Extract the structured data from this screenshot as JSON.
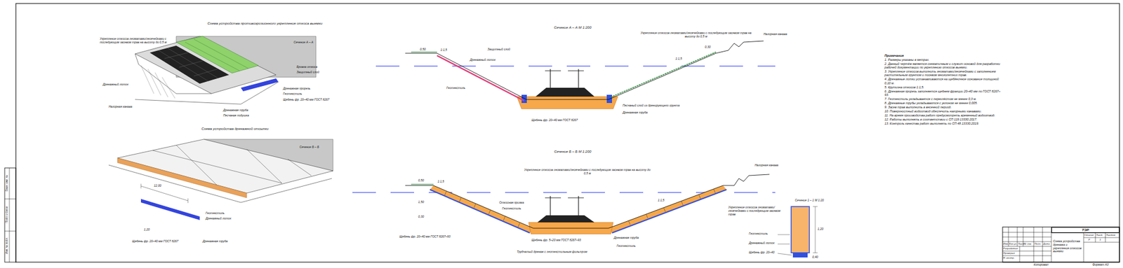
{
  "diagram": {
    "nodes": [
      {
        "text": [
          "ТЭР"
        ]
      }
    ],
    "labels": [
      "Схема устройства противоэрозионного укрепления откоса выемки",
      "Сечение А – А",
      "Укрепление откосов геоматами/геоячейками с последующим засевом трав на высоту до 0,5 м",
      "Дренажный лоток",
      "Бровка откоса",
      "Защитный слой",
      "Щебень фр. 20–40 мм ГОСТ 8267",
      "Дренажная прорезь",
      "Геотекстиль",
      "Нагорная канава",
      "Дренажная труба",
      "Песчаная подушка",
      "Схема устройства дренажной отсыпки",
      "Сечение Б – Б",
      "12,00",
      "Геотекстиль",
      "Дренажный лоток",
      "1,20",
      "Щебень фр. 20–40 мм ГОСТ 8267",
      "Дренажная труба",
      "Сечение А – А М 1:200",
      "Укрепление откосов геоматами/геоячейками с последующим засевом трав на высоту до 0,5 м",
      "Нагорная канава",
      "0,50",
      "1:1,5",
      "Защитный слой",
      "Геотекстиль",
      "Дренажный лоток",
      "Щебень фр. 20–40 мм ГОСТ 8267",
      "Дренажная труба",
      "Песчаный слой из дренирующего грунта",
      "0,30",
      "1:1,5",
      "Сечение Б – Б М 1:200",
      "Укрепление откосов геоматами/геоячейками с последующим засевом трав на высоту до 0,5 м",
      "Нагорная канава",
      "0,50",
      "1:1,5",
      "Откосная призма",
      "Геотекстиль",
      "1,50",
      "0,30",
      "Щебень фр. 20–40 мм ГОСТ 8267–93",
      "Щебень фр. 5–20 мм ГОСТ 8267–93",
      "Трубчатый дренаж с геотекстильным фильтром",
      "Дренажная труба",
      "Геотекстиль",
      "1:1,5",
      "Сечение 1 – 1 М 1:20",
      "Укрепление откосов геоматами/геоячейками с последующим засевом трав",
      "Геотекстиль",
      "Дренажный лоток",
      "Щебень фр. 20–40",
      "1,20",
      "0,40",
      "Примечания",
      "1. Размеры указаны в метрах.",
      "2. Данный чертёж является схематичным и служит основой для разработки рабочей документации по укреплению откосов выемки.",
      "3. Укрепление откосов выполнить геоматами/геоячейками с заполнением растительным грунтом и посевом многолетних трав.",
      "4. Дренажные лотки устанавливаются на щебёночное основание толщиной 0,10 м.",
      "5. Крутизна откосов 1:1,5.",
      "6. Дренажная прорезь заполняется щебнем фракции 20–40 мм по ГОСТ 8267–93.",
      "7. Геотекстиль укладывается с перехлёстом не менее 0,3 м.",
      "8. Дренажные трубы укладываются с уклоном не менее 0,005.",
      "9. Засев трав выполнить в весенний период.",
      "10. Поверхностный водоотвод обеспечить нагорными канавами.",
      "11. На время производства работ предусмотреть временный водоотвод.",
      "12. Работы выполнять в соответствии с СП 119.13330.2017.",
      "13. Контроль качества работ выполнять по СП 48.13330.2019.",
      "Изм.",
      "Кол.уч",
      "Лист",
      "№ док.",
      "Подп.",
      "Дата",
      "Разработал",
      "Проверил",
      "Н. контр.",
      "Стадия",
      "Лист",
      "Листов",
      "Р",
      "1",
      "Схема устройства дренажа и укрепления откосов выемки",
      "Копировал",
      "Формат А3",
      "Взам. инв. №",
      "Подп. и дата",
      "Инв. № подл."
    ]
  }
}
